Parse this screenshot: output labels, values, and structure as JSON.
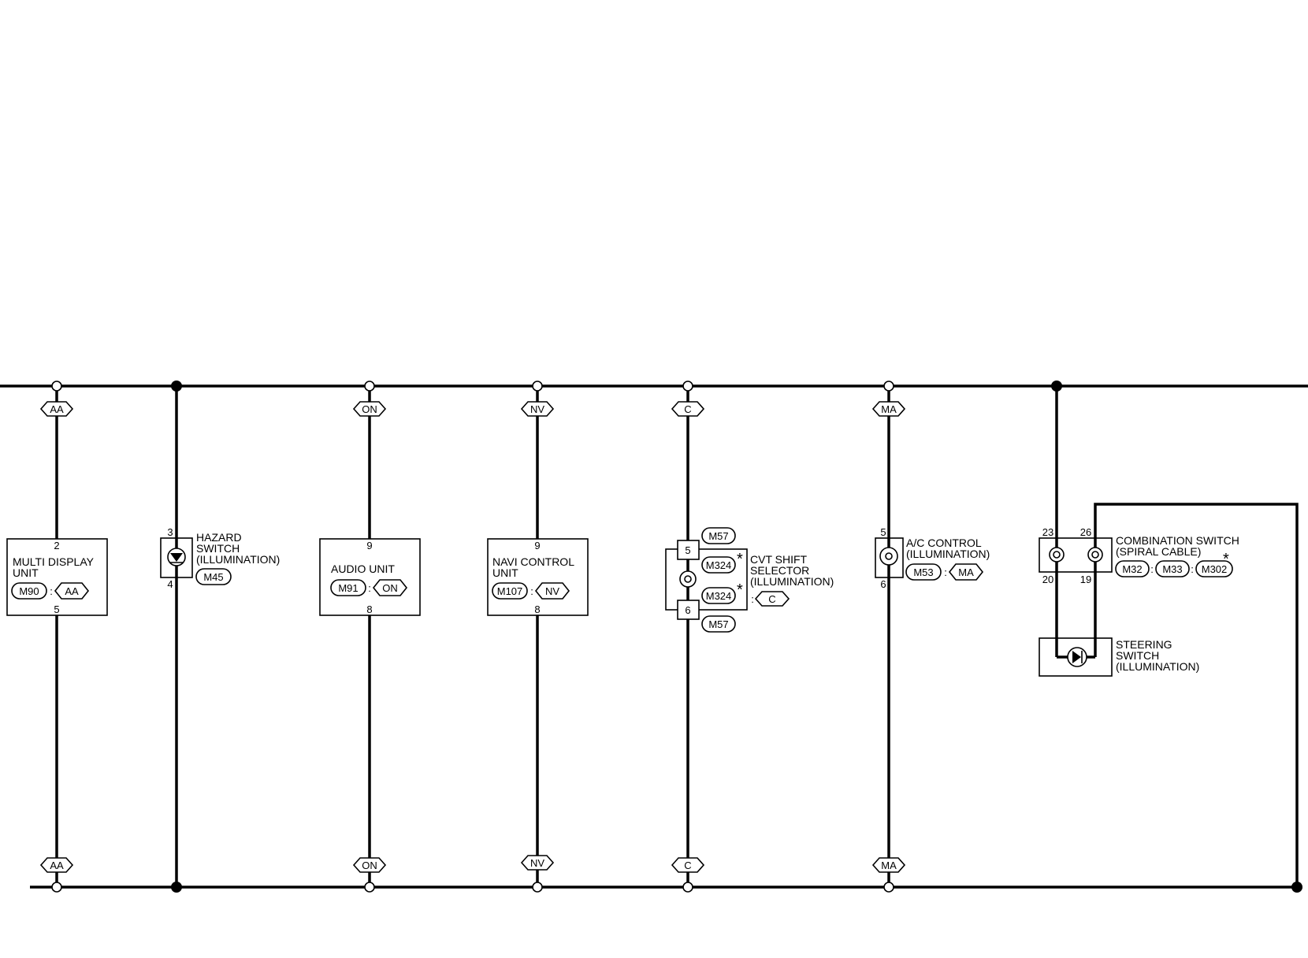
{
  "components": {
    "multi_display": {
      "name_line1": "MULTI DISPLAY",
      "name_line2": "UNIT",
      "pin_top": "2",
      "pin_bottom": "5",
      "connector": "M90",
      "harness": "AA"
    },
    "hazard": {
      "name_line1": "HAZARD",
      "name_line2": "SWITCH",
      "name_line3": "(ILLUMINATION)",
      "pin_top": "3",
      "pin_bottom": "4",
      "connector": "M45"
    },
    "audio": {
      "name_line1": "AUDIO UNIT",
      "pin_top": "9",
      "pin_bottom": "8",
      "connector": "M91",
      "harness": "ON"
    },
    "navi": {
      "name_line1": "NAVI CONTROL",
      "name_line2": "UNIT",
      "pin_top": "9",
      "pin_bottom": "8",
      "connector": "M107",
      "harness": "NV"
    },
    "cvt": {
      "name_line1": "CVT SHIFT",
      "name_line2": "SELECTOR",
      "name_line3": "(ILLUMINATION)",
      "pin_top": "5",
      "pin_bottom": "6",
      "connector_top": "M57",
      "connector_mid1": "M324",
      "connector_mid2": "M324",
      "connector_bottom": "M57",
      "harness": "C",
      "asterisk": "*"
    },
    "ac": {
      "name_line1": "A/C CONTROL",
      "name_line2": "(ILLUMINATION)",
      "pin_top": "5",
      "pin_bottom": "6",
      "connector": "M53",
      "harness": "MA"
    },
    "combination": {
      "name_line1": "COMBINATION SWITCH",
      "name_line2": "(SPIRAL CABLE)",
      "pin_top_left": "23",
      "pin_top_right": "26",
      "pin_bottom_left": "20",
      "pin_bottom_right": "19",
      "connectors": [
        "M32",
        "M33",
        "M302"
      ],
      "asterisk": "*"
    },
    "steering": {
      "name_line1": "STEERING",
      "name_line2": "SWITCH",
      "name_line3": "(ILLUMINATION)"
    }
  },
  "harness_tags": {
    "top": [
      "AA",
      "ON",
      "NV",
      "C",
      "MA"
    ],
    "bottom": [
      "AA",
      "ON",
      "NV",
      "C",
      "MA"
    ]
  },
  "colon": ":"
}
